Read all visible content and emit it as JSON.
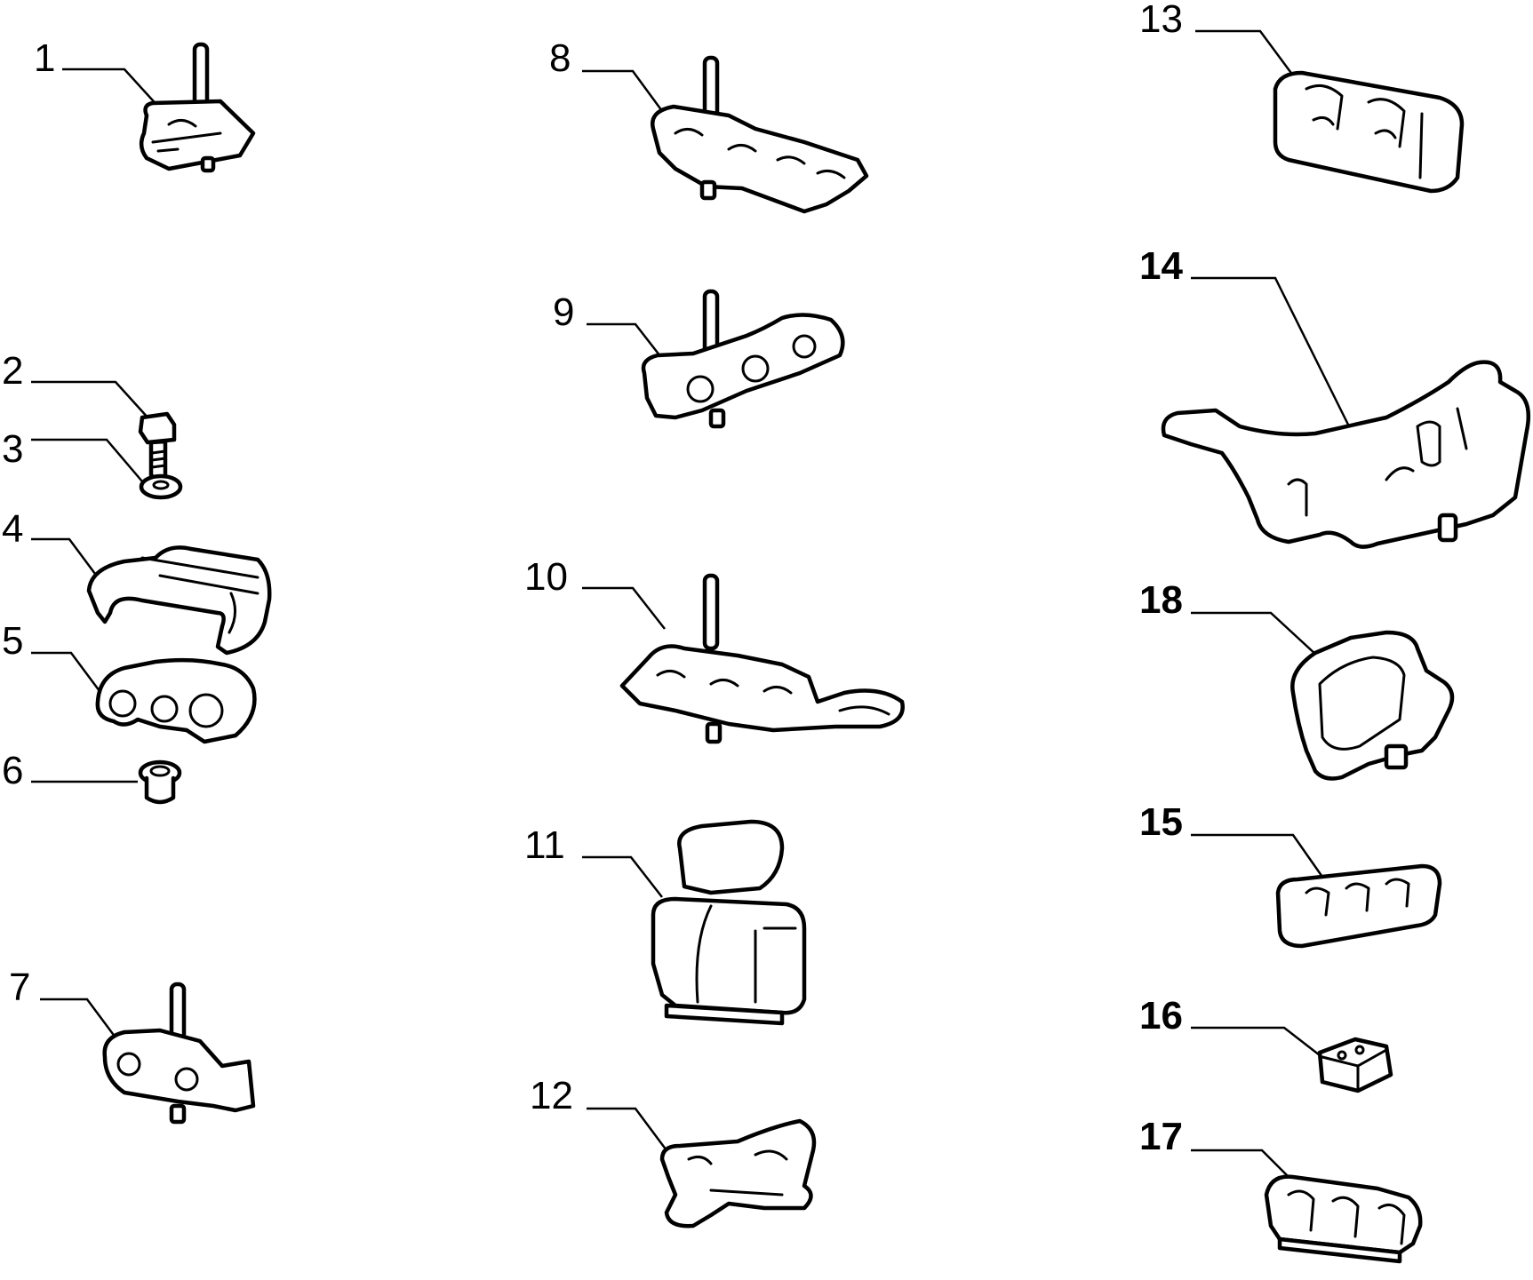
{
  "diagram": {
    "callouts": [
      {
        "id": "1",
        "label": "1"
      },
      {
        "id": "2",
        "label": "2"
      },
      {
        "id": "3",
        "label": "3"
      },
      {
        "id": "4",
        "label": "4"
      },
      {
        "id": "5",
        "label": "5"
      },
      {
        "id": "6",
        "label": "6"
      },
      {
        "id": "7",
        "label": "7"
      },
      {
        "id": "8",
        "label": "8"
      },
      {
        "id": "9",
        "label": "9"
      },
      {
        "id": "10",
        "label": "10"
      },
      {
        "id": "11",
        "label": "11"
      },
      {
        "id": "12",
        "label": "12"
      },
      {
        "id": "13",
        "label": "13"
      },
      {
        "id": "14",
        "label": "14"
      },
      {
        "id": "18",
        "label": "18"
      },
      {
        "id": "15",
        "label": "15"
      },
      {
        "id": "16",
        "label": "16"
      },
      {
        "id": "17",
        "label": "17"
      }
    ],
    "line_color": "#000000",
    "background_color": "#ffffff"
  }
}
